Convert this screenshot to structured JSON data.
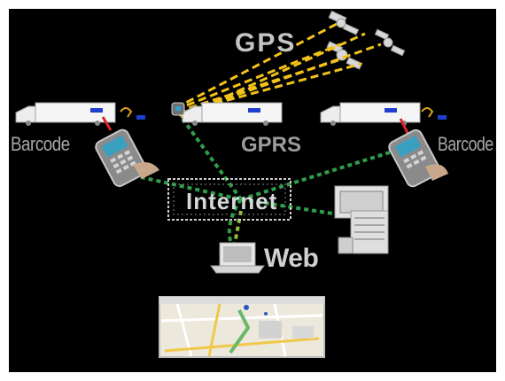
{
  "labels": {
    "gps": "GPS",
    "gprs": "GPRS",
    "barcode_left": "Barcode",
    "barcode_right": "Barcode",
    "internet": "Internet",
    "web": "Web"
  },
  "icons": {
    "satellite": "satellite-icon",
    "truck": "truck-icon",
    "scanner": "barcode-scanner-icon",
    "gps_tracker": "gps-tracker-icon",
    "server": "server-computer-icon",
    "laptop": "laptop-icon",
    "map": "map-icon"
  },
  "colors": {
    "background": "#000000",
    "frame": "#ffffff",
    "gps_link": "#f2c21a",
    "network_link": "#2f9e4a",
    "barcode_beam": "#d8262a",
    "truck_mark": "#1f3fd0",
    "text": "#c0c0c0"
  }
}
